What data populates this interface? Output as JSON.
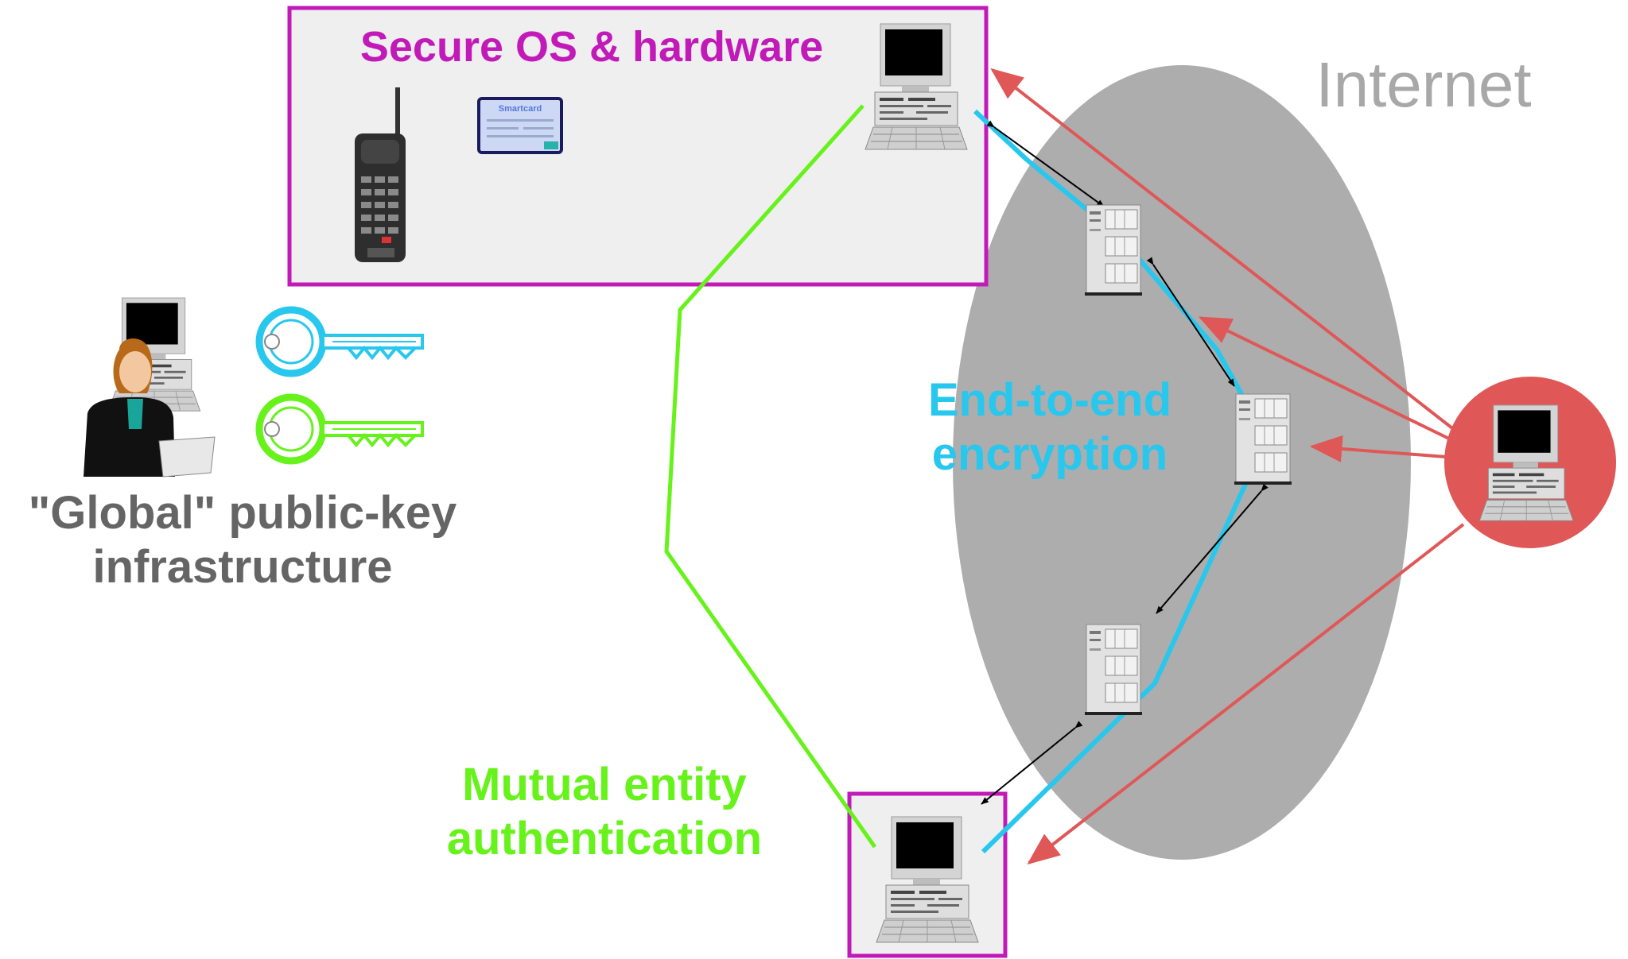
{
  "labels": {
    "secure_os": "Secure OS & hardware",
    "internet": "Internet",
    "end_to_end": [
      "End-to-end",
      "encryption"
    ],
    "mutual_auth": [
      "Mutual entity",
      "authentication"
    ],
    "pki": [
      "\"Global\" public-key",
      "infrastructure"
    ],
    "smartcard": "Smartcard"
  },
  "colors": {
    "secure_box": "#c21ab8",
    "internet_cloud": "#adadad",
    "encryption_path": "#27c7ee",
    "authentication_path": "#66f21a",
    "attacker": "#e05757",
    "pki_text": "#656565",
    "internet_text": "#a8a8a8"
  },
  "icons": {
    "secure_computer": "desktop-computer-icon",
    "client_computer": "desktop-computer-icon",
    "attacker_computer": "desktop-computer-icon",
    "phone": "cordless-phone-icon",
    "smartcard": "smartcard-icon",
    "servers": [
      "server-tower-icon",
      "server-tower-icon",
      "server-tower-icon"
    ],
    "person": "person-at-computer-icon",
    "keys": [
      "blue-key-icon",
      "green-key-icon"
    ]
  }
}
